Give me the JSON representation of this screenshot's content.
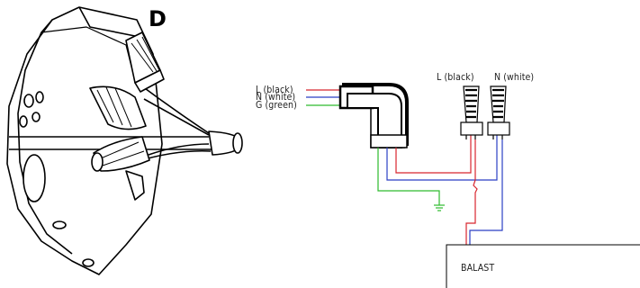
{
  "step_label": "D",
  "input_labels": {
    "line": "L (black)",
    "neutral": "N (white)",
    "ground": "G (green)"
  },
  "connector_labels": {
    "line": "L (black)",
    "neutral": "N (white)"
  },
  "ballast_label": "BALAST",
  "colors": {
    "line_wire": "#d8262e",
    "neutral_wire": "#2b3fc4",
    "ground_wire": "#2dbb2d",
    "outline": "#000000"
  }
}
